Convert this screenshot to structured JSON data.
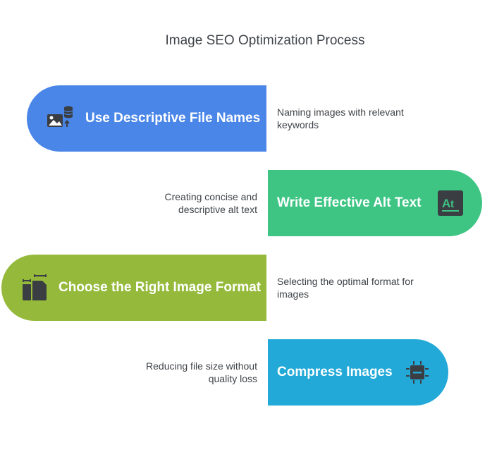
{
  "title": "Image SEO Optimization Process",
  "steps": [
    {
      "label": "Use Descriptive File Names",
      "description": "Naming images with relevant keywords",
      "icon": "image-database-icon",
      "color": "#4a86e8"
    },
    {
      "label": "Write Effective Alt Text",
      "description": "Creating concise and descriptive alt text",
      "icon": "alt-text-icon",
      "color": "#3ec584"
    },
    {
      "label": "Choose the Right Image Format",
      "description": "Selecting the optimal format for images",
      "icon": "file-format-icon",
      "color": "#95ba3b"
    },
    {
      "label": "Compress Images",
      "description": "Reducing file size without quality loss",
      "icon": "chip-compress-icon",
      "color": "#22a9d8"
    }
  ]
}
